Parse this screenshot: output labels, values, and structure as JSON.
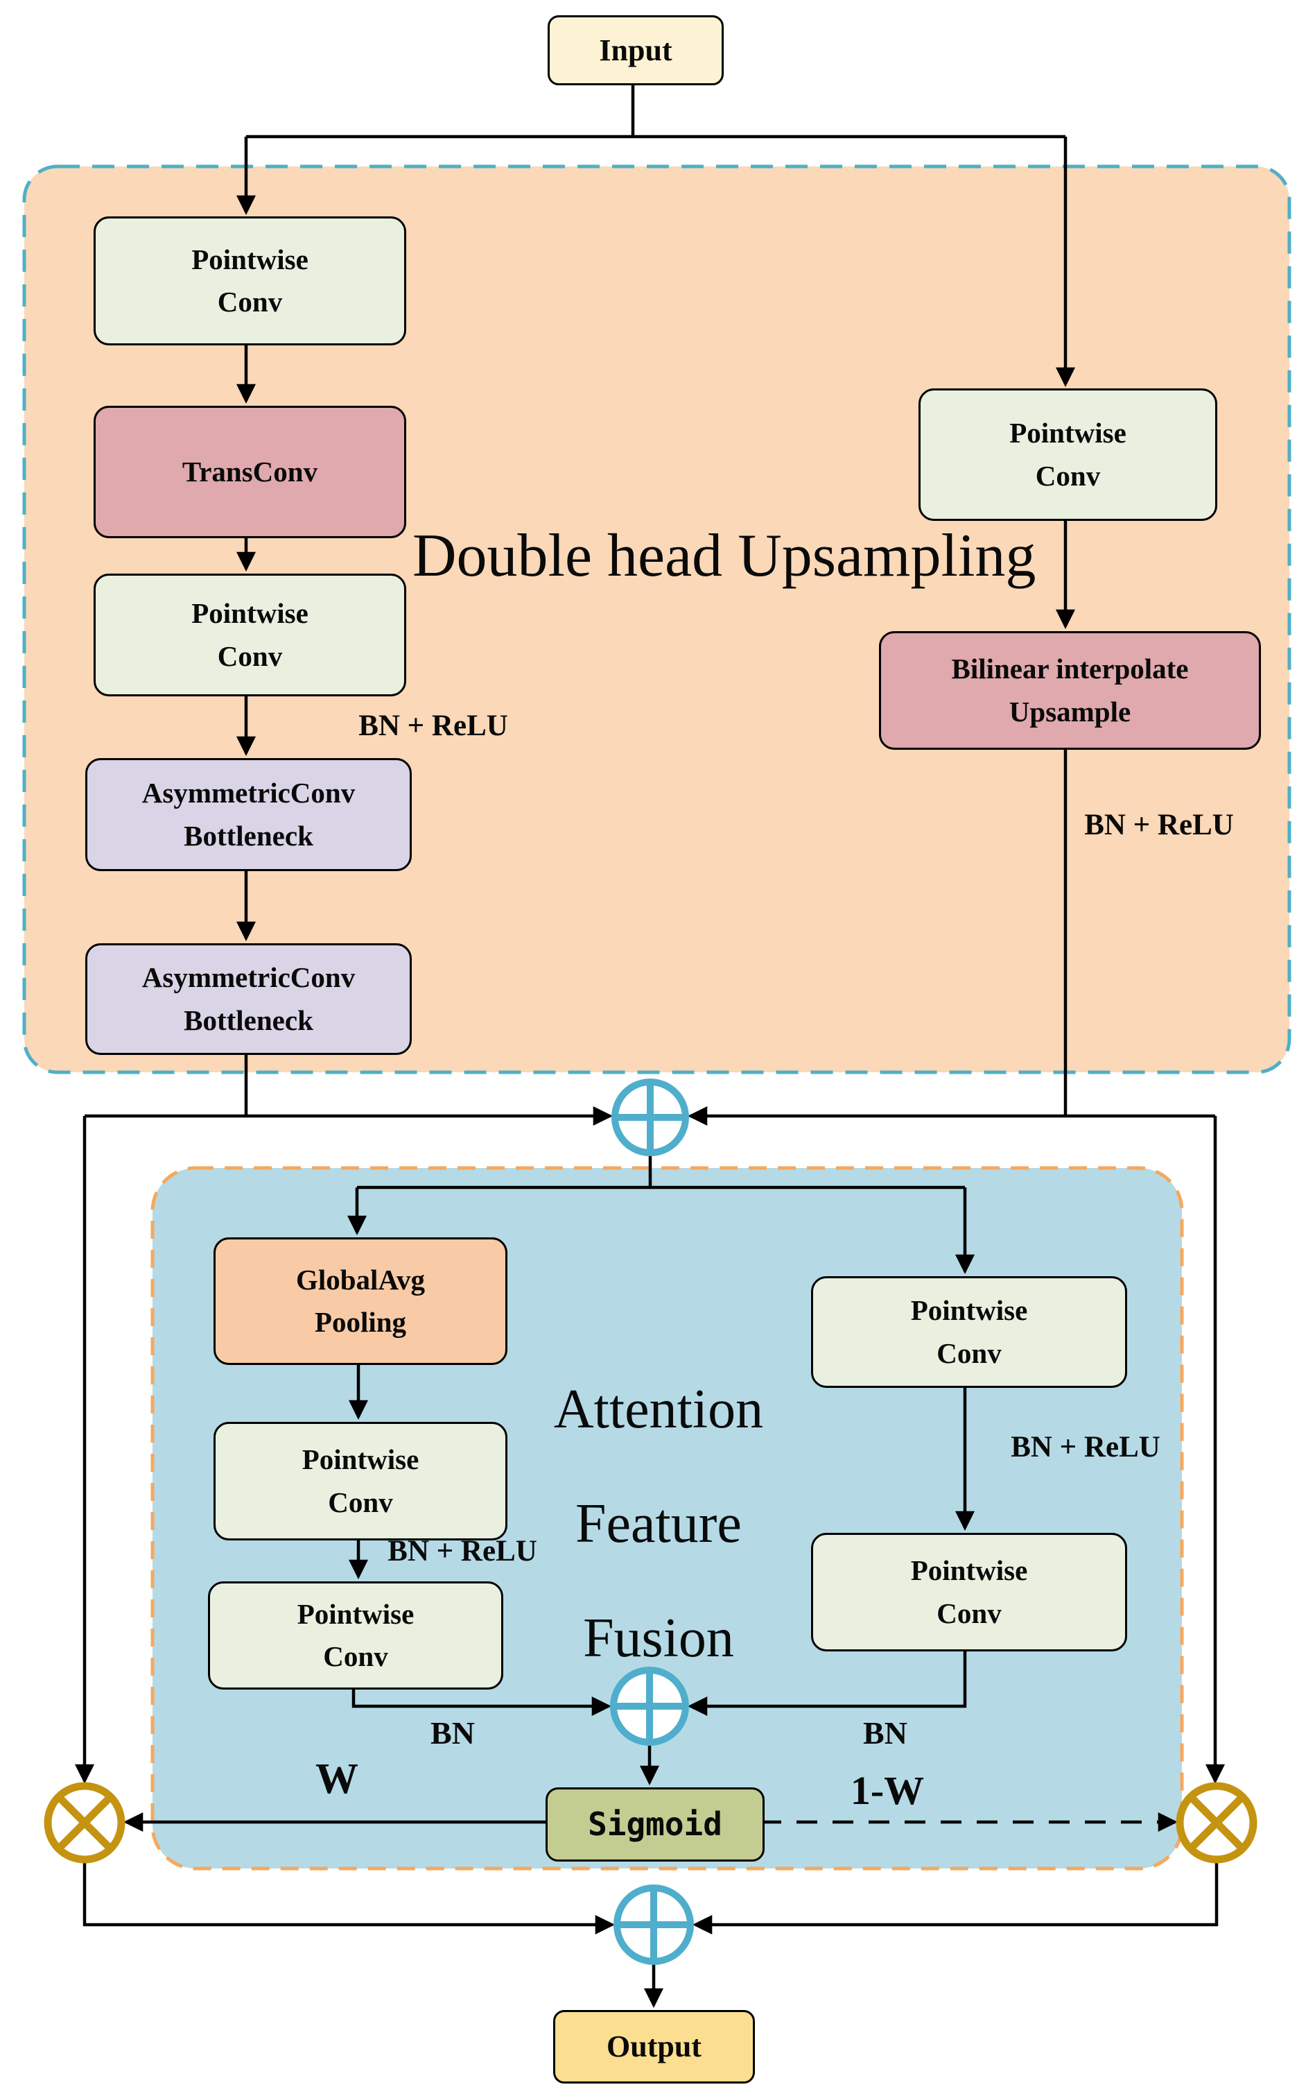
{
  "figure": {
    "title_blocks": {
      "double_head": {
        "line1": "Double head",
        "line2": "Upsampling"
      },
      "attention": {
        "line1": "Attention",
        "line2": "Feature",
        "line3": "Fusion"
      }
    },
    "nodes": {
      "input": {
        "label": "Input"
      },
      "pw_left_1": {
        "line1": "Pointwise",
        "line2": "Conv"
      },
      "transconv": {
        "label": "TransConv"
      },
      "pw_left_2": {
        "line1": "Pointwise",
        "line2": "Conv"
      },
      "asym_1": {
        "line1": "AsymmetricConv",
        "line2": "Bottleneck"
      },
      "asym_2": {
        "line1": "AsymmetricConv",
        "line2": "Bottleneck"
      },
      "pw_right": {
        "line1": "Pointwise",
        "line2": "Conv"
      },
      "bilinear": {
        "line1": "Bilinear interpolate",
        "line2": "Upsample"
      },
      "gap": {
        "line1": "GlobalAvg",
        "line2": "Pooling"
      },
      "pw_fusion_left_1": {
        "line1": "Pointwise",
        "line2": "Conv"
      },
      "pw_fusion_left_2": {
        "line1": "Pointwise",
        "line2": "Conv"
      },
      "pw_fusion_right_1": {
        "line1": "Pointwise",
        "line2": "Conv"
      },
      "pw_fusion_right_2": {
        "line1": "Pointwise",
        "line2": "Conv"
      },
      "sigmoid": {
        "label": "Sigmoid"
      },
      "output": {
        "label": "Output"
      }
    },
    "edge_labels": {
      "bn_relu_upsample_left": "BN + ReLU",
      "bn_relu_upsample_right": "BN + ReLU",
      "bn_relu_fusion_left": "BN + ReLU",
      "bn_relu_fusion_right": "BN + ReLU",
      "bn_left": "BN",
      "bn_right": "BN",
      "weight": "W",
      "one_minus_weight": "1-W"
    },
    "operators": {
      "add_1": "circle-plus",
      "add_2": "circle-plus",
      "add_3": "circle-plus",
      "multiply_left": "circle-times",
      "multiply_right": "circle-times"
    },
    "colors": {
      "input_fill": "#fdf3d4",
      "output_fill": "#fbde90",
      "pointwise_fill": "#eaf0e0",
      "trans_fill": "#dfa9ad",
      "asym_fill": "#d9d4e6",
      "gap_fill": "#f8cba6",
      "sigmoid_fill": "#c3cd92",
      "upsample_container_fill": "#fad8b8",
      "fusion_container_fill": "#b5dae6",
      "upsample_container_border": "#4fb0c6",
      "fusion_container_border": "#f5a85e",
      "add_operator": "#4faecb",
      "multiply_operator": "#c49310",
      "line": "#000000"
    }
  }
}
